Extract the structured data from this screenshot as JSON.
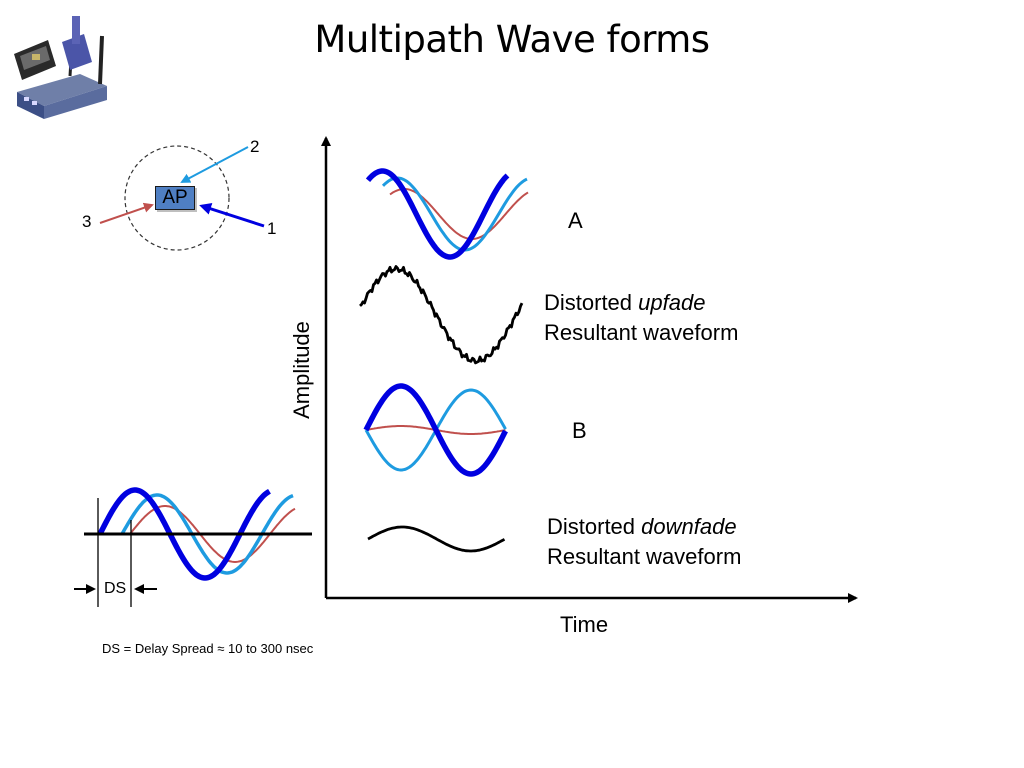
{
  "title": "Multipath Wave forms",
  "access_point": {
    "label": "AP",
    "path_labels": [
      "1",
      "2",
      "3"
    ]
  },
  "chart": {
    "xlabel": "Time",
    "ylabel": "Amplitude"
  },
  "waveforms": {
    "a_label": "A",
    "b_label": "B",
    "upfade": {
      "line1_prefix": "Distorted ",
      "line1_emphasis": "upfade",
      "line2": "Resultant waveform"
    },
    "downfade": {
      "line1_prefix": "Distorted ",
      "line1_emphasis": "downfade",
      "line2": "Resultant waveform"
    }
  },
  "delay_spread": {
    "label": "DS",
    "caption": "DS = Delay Spread ≈ 10 to 300 nsec"
  },
  "colors": {
    "primary_wave": "#0000e0",
    "secondary_wave": "#1e9be0",
    "reflected_wave": "#c0504d",
    "ap_box": "#4f7fc3"
  },
  "icons": [
    "wireless-router-icon"
  ]
}
